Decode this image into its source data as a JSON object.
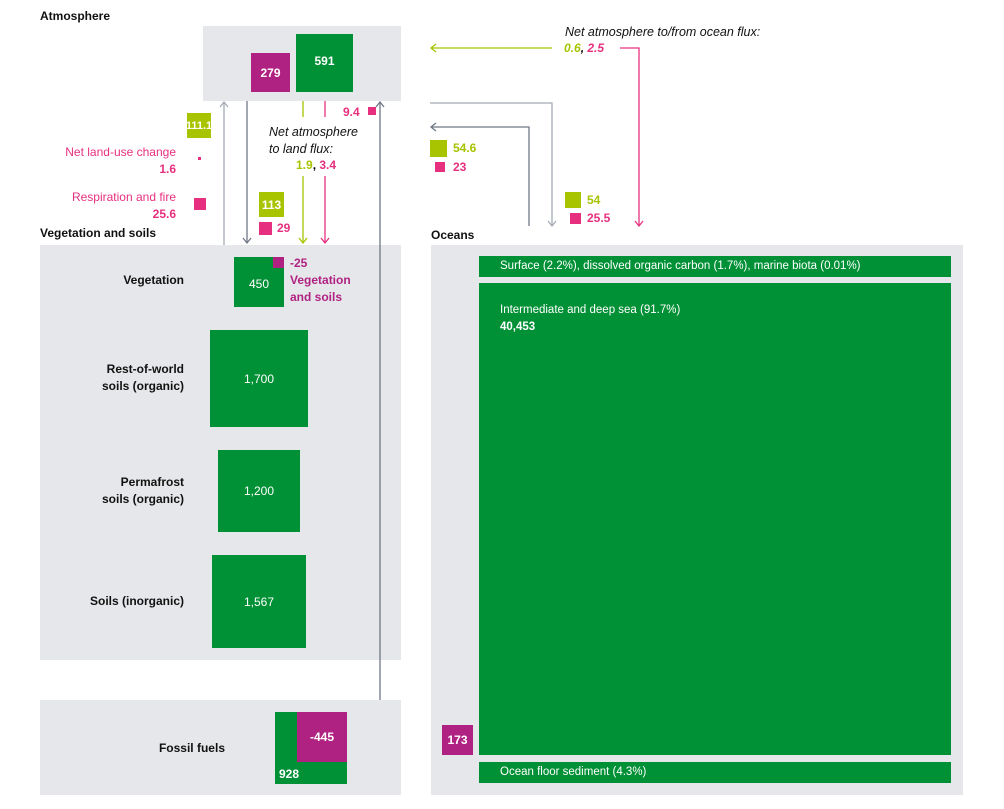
{
  "colors": {
    "store": "#009035",
    "anthropogenic_change": "#b02282",
    "natural_flux": "#a8c300",
    "anthropogenic_flux": "#e6307f",
    "panel": "#e6e7ea",
    "arrow": "#7a8290"
  },
  "atmosphere": {
    "title": "Atmosphere",
    "change": "279",
    "store": "591"
  },
  "land_flux": {
    "up_natural": "111.1",
    "net_land_use_label": "Net land-use change",
    "net_land_use_value": "1.6",
    "respiration_label": "Respiration and fire",
    "respiration_value": "25.6",
    "down_natural": "113",
    "down_anthro": "29",
    "fossil_to_atm": "9.4",
    "net_label_line1": "Net atmosphere",
    "net_label_line2": "to land flux:",
    "net_natural": "1.9",
    "net_anthro": "3.4",
    "net_separator": ", "
  },
  "ocean_flux": {
    "net_label": "Net atmosphere to/from ocean flux:",
    "net_natural": "0.6",
    "net_anthro": "2.5",
    "net_separator": ", ",
    "up_natural": "54.6",
    "up_anthro": "23",
    "down_natural": "54",
    "down_anthro": "25.5"
  },
  "vegetation_soils": {
    "title": "Vegetation and soils",
    "rows": [
      {
        "label_line1": "Vegetation",
        "label_line2": "",
        "value": "450",
        "change": "-25",
        "change_label_line1": "Vegetation",
        "change_label_line2": "and soils"
      },
      {
        "label_line1": "Rest-of-world",
        "label_line2": "soils (organic)",
        "value": "1,700"
      },
      {
        "label_line1": "Permafrost",
        "label_line2": "soils (organic)",
        "value": "1,200"
      },
      {
        "label_line1": "Soils (inorganic)",
        "label_line2": "",
        "value": "1,567"
      }
    ]
  },
  "fossil_fuels": {
    "label": "Fossil fuels",
    "value": "928",
    "change": "-445"
  },
  "oceans": {
    "title": "Oceans",
    "surface_label": "Surface (2.2%), dissolved organic carbon (1.7%), marine biota (0.01%)",
    "deep_label": "Intermediate and deep sea (91.7%)",
    "deep_value": "40,453",
    "sediment_label": "Ocean floor sediment (4.3%)",
    "change": "173"
  }
}
